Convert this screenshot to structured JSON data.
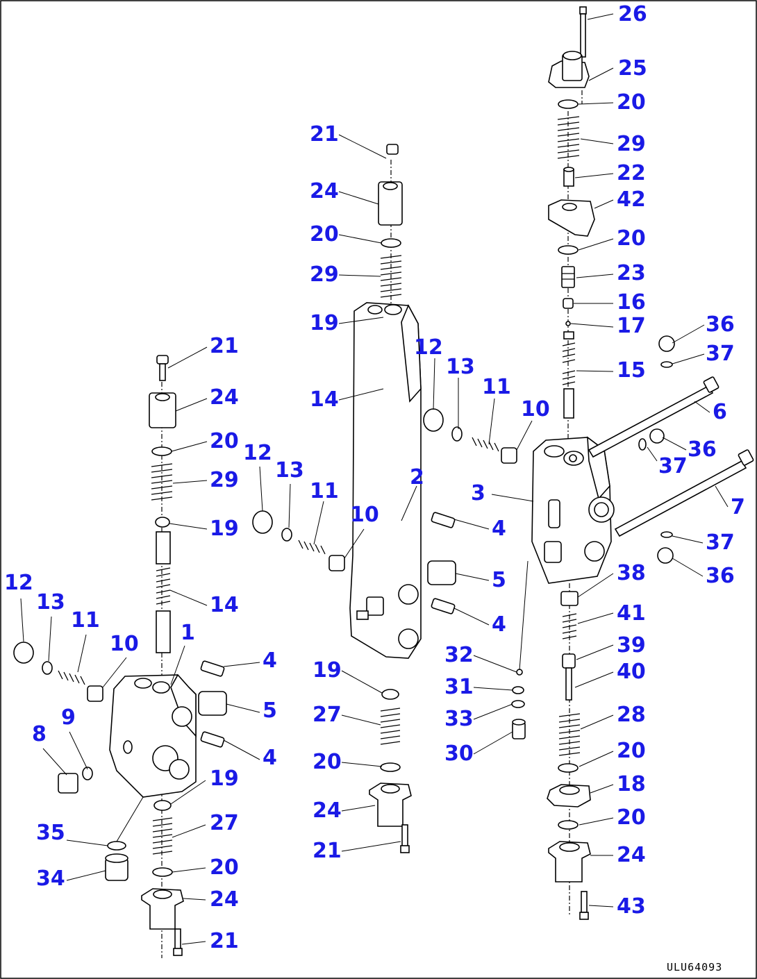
{
  "drawing_code": "ULU64093",
  "callouts": [
    {
      "id": "c26",
      "label": "26"
    },
    {
      "id": "c25",
      "label": "25"
    },
    {
      "id": "c20a",
      "label": "20"
    },
    {
      "id": "c29a",
      "label": "29"
    },
    {
      "id": "c22",
      "label": "22"
    },
    {
      "id": "c42",
      "label": "42"
    },
    {
      "id": "c20b",
      "label": "20"
    },
    {
      "id": "c23",
      "label": "23"
    },
    {
      "id": "c16",
      "label": "16"
    },
    {
      "id": "c17",
      "label": "17"
    },
    {
      "id": "c15",
      "label": "15"
    },
    {
      "id": "c36a",
      "label": "36"
    },
    {
      "id": "c37a",
      "label": "37"
    },
    {
      "id": "c6",
      "label": "6"
    },
    {
      "id": "c36b",
      "label": "36"
    },
    {
      "id": "c37b",
      "label": "37"
    },
    {
      "id": "c7",
      "label": "7"
    },
    {
      "id": "c37c",
      "label": "37"
    },
    {
      "id": "c36c",
      "label": "36"
    },
    {
      "id": "c3",
      "label": "3"
    },
    {
      "id": "c38",
      "label": "38"
    },
    {
      "id": "c41",
      "label": "41"
    },
    {
      "id": "c39",
      "label": "39"
    },
    {
      "id": "c40",
      "label": "40"
    },
    {
      "id": "c28",
      "label": "28"
    },
    {
      "id": "c20c",
      "label": "20"
    },
    {
      "id": "c18",
      "label": "18"
    },
    {
      "id": "c20d",
      "label": "20"
    },
    {
      "id": "c24a",
      "label": "24"
    },
    {
      "id": "c43",
      "label": "43"
    },
    {
      "id": "c21a",
      "label": "21"
    },
    {
      "id": "c24b",
      "label": "24"
    },
    {
      "id": "c20e",
      "label": "20"
    },
    {
      "id": "c29b",
      "label": "29"
    },
    {
      "id": "c19a",
      "label": "19"
    },
    {
      "id": "c14a",
      "label": "14"
    },
    {
      "id": "c12a",
      "label": "12"
    },
    {
      "id": "c13a",
      "label": "13"
    },
    {
      "id": "c11a",
      "label": "11"
    },
    {
      "id": "c10a",
      "label": "10"
    },
    {
      "id": "c2",
      "label": "2"
    },
    {
      "id": "c4a",
      "label": "4"
    },
    {
      "id": "c5a",
      "label": "5"
    },
    {
      "id": "c4b",
      "label": "4"
    },
    {
      "id": "c19b",
      "label": "19"
    },
    {
      "id": "c27a",
      "label": "27"
    },
    {
      "id": "c20f",
      "label": "20"
    },
    {
      "id": "c24c",
      "label": "24"
    },
    {
      "id": "c21b",
      "label": "21"
    },
    {
      "id": "c32",
      "label": "32"
    },
    {
      "id": "c31",
      "label": "31"
    },
    {
      "id": "c33",
      "label": "33"
    },
    {
      "id": "c30",
      "label": "30"
    },
    {
      "id": "c21c",
      "label": "21"
    },
    {
      "id": "c24d",
      "label": "24"
    },
    {
      "id": "c20g",
      "label": "20"
    },
    {
      "id": "c29c",
      "label": "29"
    },
    {
      "id": "c19c",
      "label": "19"
    },
    {
      "id": "c14b",
      "label": "14"
    },
    {
      "id": "c12b",
      "label": "12"
    },
    {
      "id": "c13b",
      "label": "13"
    },
    {
      "id": "c11b",
      "label": "11"
    },
    {
      "id": "c10b",
      "label": "10"
    },
    {
      "id": "c12c",
      "label": "12"
    },
    {
      "id": "c13c",
      "label": "13"
    },
    {
      "id": "c11c",
      "label": "11"
    },
    {
      "id": "c10c",
      "label": "10"
    },
    {
      "id": "c1",
      "label": "1"
    },
    {
      "id": "c4c",
      "label": "4"
    },
    {
      "id": "c5b",
      "label": "5"
    },
    {
      "id": "c4d",
      "label": "4"
    },
    {
      "id": "c8",
      "label": "8"
    },
    {
      "id": "c9",
      "label": "9"
    },
    {
      "id": "c19d",
      "label": "19"
    },
    {
      "id": "c27b",
      "label": "27"
    },
    {
      "id": "c35",
      "label": "35"
    },
    {
      "id": "c34",
      "label": "34"
    },
    {
      "id": "c20h",
      "label": "20"
    },
    {
      "id": "c24e",
      "label": "24"
    },
    {
      "id": "c21d",
      "label": "21"
    }
  ]
}
